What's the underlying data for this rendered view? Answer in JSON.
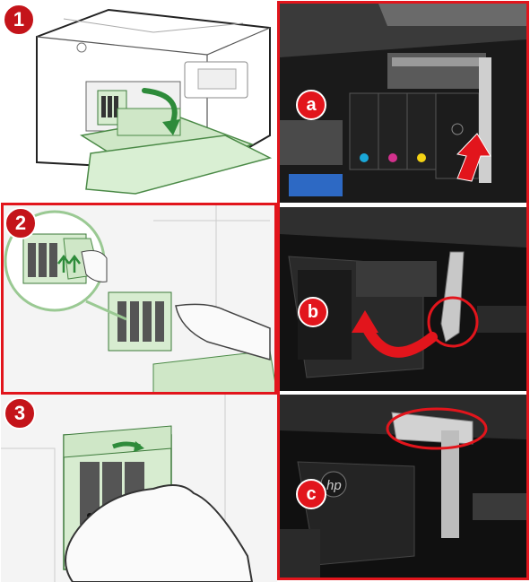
{
  "steps": [
    {
      "number": "1",
      "illustration": "printer-door-open"
    },
    {
      "number": "2",
      "illustration": "remove-cartridges"
    },
    {
      "number": "3",
      "illustration": "insert-cartridges"
    }
  ],
  "photos": [
    {
      "letter": "a",
      "subject": "cartridge-carriage-cartridges"
    },
    {
      "letter": "b",
      "subject": "carriage-latch-open"
    },
    {
      "letter": "c",
      "subject": "carriage-latch-circled"
    }
  ],
  "printer_logo": "hp",
  "colors": {
    "accent_red": "#e2151c",
    "line_green": "#cfe7c7",
    "cartridge_cyan": "#1aa7d8",
    "cartridge_magenta": "#d3318d",
    "cartridge_yellow": "#f4d214"
  },
  "icons": [
    "curved-arrow-icon",
    "up-arrow-icon",
    "hand-icon",
    "highlight-circle-icon"
  ]
}
